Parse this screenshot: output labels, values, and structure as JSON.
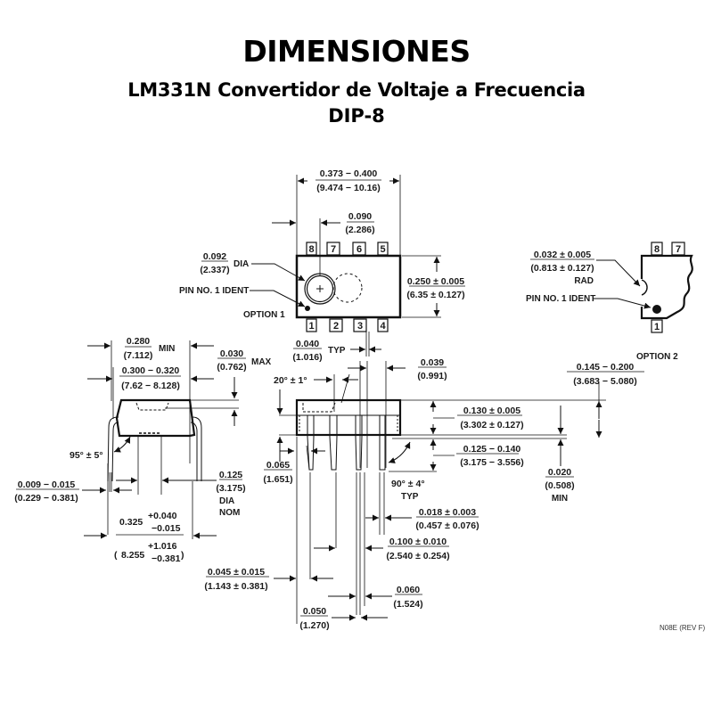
{
  "header": {
    "title": "DIMENSIONES",
    "subtitle": "LM331N Convertidor de Voltaje a Frecuencia",
    "package": "DIP-8"
  },
  "top_view": {
    "pins_top": [
      "8",
      "7",
      "6",
      "5"
    ],
    "pins_bottom": [
      "1",
      "2",
      "3",
      "4"
    ],
    "length": {
      "in": "0.373 − 0.400",
      "mm": "(9.474 − 10.16)"
    },
    "ident_offset": {
      "in": "0.090",
      "mm": "(2.286)"
    },
    "ident_dia": {
      "in": "0.092",
      "mm": "(2.337)",
      "suffix": "DIA"
    },
    "width": {
      "in": "0.250 ± 0.005",
      "mm": "(6.35 ± 0.127)"
    },
    "pin1_label": "PIN NO. 1 IDENT",
    "option_label": "OPTION 1",
    "pin_width": {
      "in": "0.040",
      "mm": "(1.016)",
      "suffix": "TYP"
    }
  },
  "option2": {
    "pins_top": [
      "8",
      "7"
    ],
    "pins_bottom": [
      "1"
    ],
    "notch_radius": {
      "in": "0.032 ± 0.005",
      "mm": "(0.813 ± 0.127)",
      "suffix": "RAD"
    },
    "pin1_label": "PIN NO. 1 IDENT",
    "option_label": "OPTION 2"
  },
  "end_view": {
    "body_min": {
      "in": "0.280",
      "mm": "(7.112)",
      "suffix": "MIN"
    },
    "row_spacing": {
      "in": "0.300 − 0.320",
      "mm": "(7.62 − 8.128)"
    },
    "top_max": {
      "in": "0.030",
      "mm": "(0.762)",
      "suffix": "MAX"
    },
    "lead_angle": "95° ± 5°",
    "lead_thickness": {
      "in": "0.009 − 0.015",
      "mm": "(0.229 − 0.381)"
    },
    "ejector_dia": {
      "in": "0.125",
      "mm": "(3.175)",
      "suffix1": "DIA",
      "suffix2": "NOM"
    },
    "lead_spread": {
      "in_base": "0.325",
      "in_plus": "+0.040",
      "in_minus": "−0.015",
      "mm_base": "8.255",
      "mm_plus": "+1.016",
      "mm_minus": "−0.381"
    }
  },
  "side_view": {
    "draft_angle": "20° ± 1°",
    "shoulder_width": {
      "in": "0.039",
      "mm": "(0.991)"
    },
    "body_height": {
      "in": "0.130 ± 0.005",
      "mm": "(3.302 ± 0.127)"
    },
    "lead_length": {
      "in": "0.125 − 0.140",
      "mm": "(3.175 − 3.556)"
    },
    "total_height": {
      "in": "0.145 − 0.200",
      "mm": "(3.683 − 5.080)"
    },
    "standoff": {
      "in": "0.020",
      "mm": "(0.508)",
      "suffix": "MIN"
    },
    "end_offset": {
      "in": "0.065",
      "mm": "(1.651)"
    },
    "lead_angle": "90° ± 4°",
    "lead_angle_suffix": "TYP",
    "lead_width": {
      "in": "0.018 ± 0.003",
      "mm": "(0.457 ± 0.076)"
    },
    "pitch": {
      "in": "0.100 ± 0.010",
      "mm": "(2.540 ± 0.254)"
    },
    "end_lead": {
      "in": "0.045 ± 0.015",
      "mm": "(1.143 ± 0.381)"
    },
    "shoulder": {
      "in": "0.060",
      "mm": "(1.524)"
    },
    "lead_tip": {
      "in": "0.050",
      "mm": "(1.270)"
    }
  },
  "footer": {
    "drawing_ref": "N08E (REV F)"
  }
}
